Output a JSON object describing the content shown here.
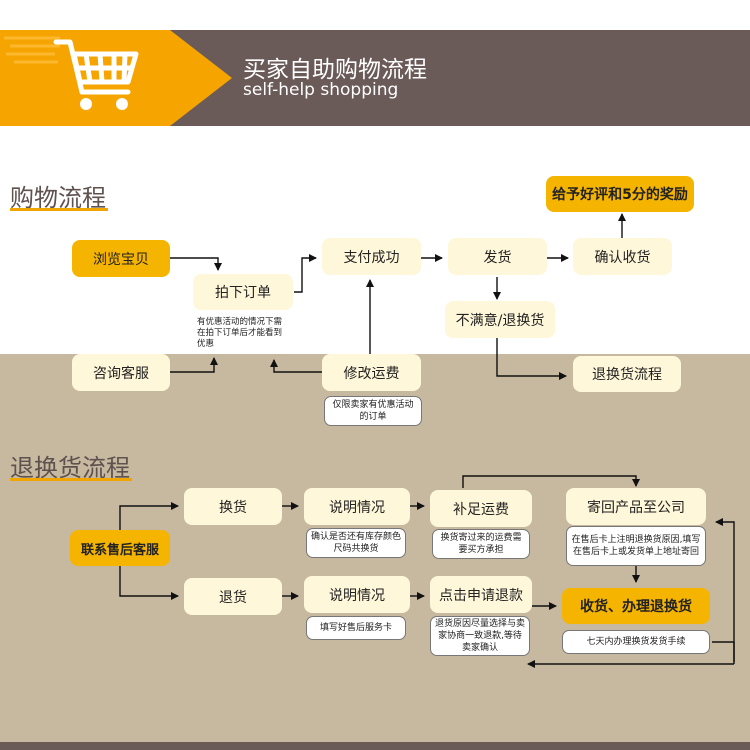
{
  "header": {
    "title": "买家自助购物流程",
    "subtitle": "self-help shopping"
  },
  "shopping": {
    "section_title": "购物流程",
    "browse": "浏览宝贝",
    "order": "拍下订单",
    "order_note": "有优惠活动的情况下需在拍下订单后才能看到优惠",
    "consult": "咨询客服",
    "pay_success": "支付成功",
    "modify_fee": "修改运费",
    "modify_note": "仅限卖家有优惠活动的订单",
    "ship": "发货",
    "confirm": "确认收货",
    "review": "给予好评和5分的奖励",
    "unsatisfied": "不满意/退换货",
    "return_process": "退换货流程"
  },
  "returns": {
    "section_title": "退换货流程",
    "contact": "联系售后客服",
    "exchange": "换货",
    "refund": "退货",
    "explain1": "说明情况",
    "explain1_note": "确认是否还有库存颜色尺码共换货",
    "explain2": "说明情况",
    "explain2_note": "填写好售后服务卡",
    "top_up": "补足运费",
    "top_up_note": "换货寄过来的运费需要买方承担",
    "apply_refund": "点击申请退款",
    "apply_note": "退货原因尽量选择与卖家协商一致退款,等待卖家确认",
    "send_back": "寄回产品至公司",
    "send_back_note": "在售后卡上注明退换货原因,填写在售后卡上或发货单上地址寄回",
    "receive": "收货、办理退换货",
    "receive_note": "七天内办理换货发货手续"
  },
  "colors": {
    "accent": "#f5b400",
    "header_bg": "#6a5a58",
    "lower_bg": "#c7b9a0",
    "box_cream": "#fff7d9"
  },
  "icons": [
    "shopping-cart-icon"
  ]
}
